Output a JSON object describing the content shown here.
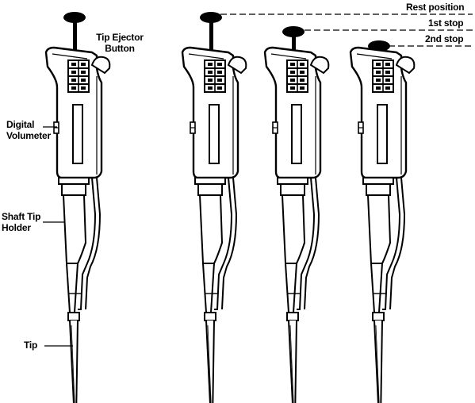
{
  "labels": {
    "tip_ejector_line1": "Tip Ejector",
    "tip_ejector_line2": "Button",
    "digital_line1": "Digital",
    "digital_line2": "Volumeter",
    "shaft_line1": "Shaft Tip",
    "shaft_line2": "Holder",
    "tip": "Tip",
    "rest_position": "Rest position",
    "first_stop": "1st stop",
    "second_stop": "2nd stop"
  },
  "pipettes": [
    {
      "name": "pipette-labeled",
      "plunger_state": "rest"
    },
    {
      "name": "pipette-rest",
      "plunger_state": "rest"
    },
    {
      "name": "pipette-first-stop",
      "plunger_state": "1st stop"
    },
    {
      "name": "pipette-second-stop",
      "plunger_state": "2nd stop"
    }
  ],
  "colors": {
    "ink": "#000000",
    "paper": "#ffffff"
  }
}
